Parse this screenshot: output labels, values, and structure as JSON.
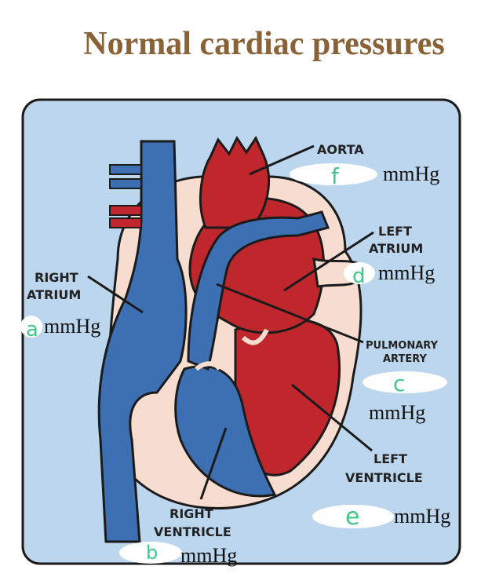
{
  "title": "Normal cardiac pressures",
  "colors": {
    "title": "#8a6238",
    "background_panel": "#bcd6ee",
    "oxygenated": "#c0272d",
    "deoxygenated": "#3d6fb3",
    "tissue": "#f6ddd0",
    "outline": "#1b1b1b",
    "handwriting": "#3ec98a"
  },
  "labels": {
    "aorta": "AORTA",
    "left_atrium": [
      "LEFT",
      "ATRIUM"
    ],
    "right_atrium": [
      "RIGHT",
      "ATRIUM"
    ],
    "pulmonary_artery": [
      "PULMONARY",
      "ARTERY"
    ],
    "left_ventricle": [
      "LEFT",
      "VENTRICLE"
    ],
    "right_ventricle": [
      "RIGHT",
      "VENTRICLE"
    ]
  },
  "blanks": {
    "unit": "mmHg",
    "a": "a",
    "b": "b",
    "c": "c",
    "d": "d",
    "e": "e",
    "f": "f"
  }
}
